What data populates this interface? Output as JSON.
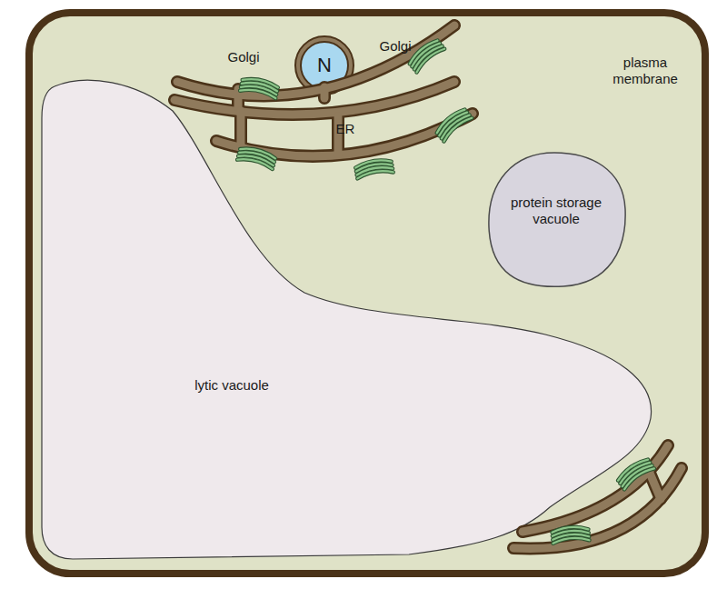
{
  "diagram": {
    "nodes": [
      {
        "text": [
          "plasma membrane"
        ]
      },
      {
        "text": [
          "N"
        ],
        "in": 0
      },
      {
        "text": [
          "protein storage vacuole"
        ],
        "in": 0
      },
      {
        "text": [
          "lytic vacuole"
        ],
        "in": 0
      }
    ],
    "labels": [
      "Golgi",
      "Golgi",
      "ER"
    ]
  }
}
